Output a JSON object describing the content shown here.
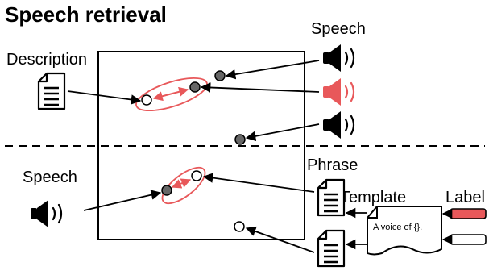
{
  "title": "Speech retrieval",
  "labels": {
    "speech_top": "Speech",
    "description": "Description",
    "speech_left": "Speech",
    "phrase": "Phrase",
    "template": "Template",
    "label": "Label"
  },
  "template_text": "A voice of {}.",
  "colors": {
    "highlight": "#e8585a",
    "filled_point": "#666666",
    "line": "#000000"
  },
  "icons": {
    "speaker": "speaker-icon",
    "document": "document-icon",
    "paper": "template-paper-icon"
  }
}
